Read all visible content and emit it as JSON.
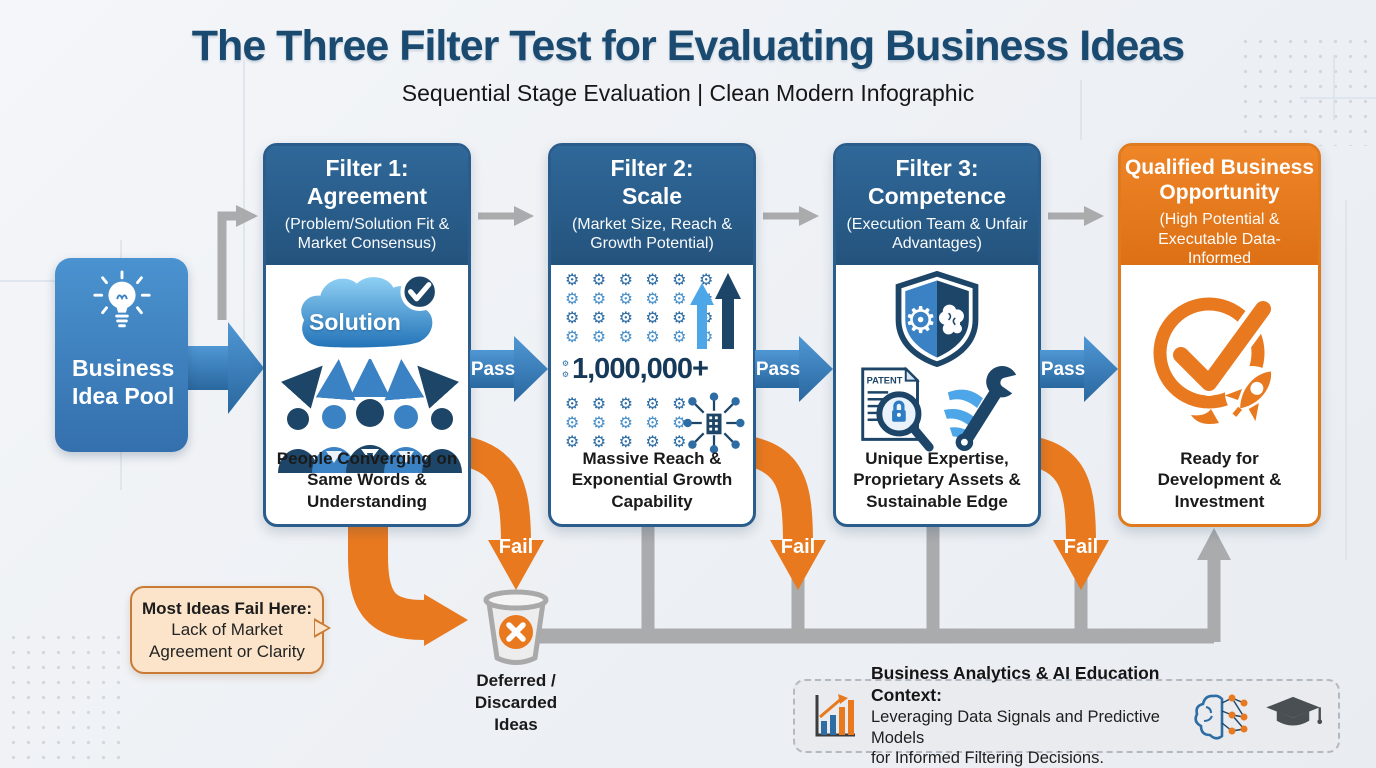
{
  "page": {
    "title": "The Three Filter Test for Evaluating Business Ideas",
    "subtitle": "Sequential Stage Evaluation | Clean Modern Infographic"
  },
  "source": {
    "label": "Business Idea Pool"
  },
  "labels": {
    "pass": "Pass",
    "fail": "Fail"
  },
  "filters": [
    {
      "title1": "Filter 1:",
      "title2": "Agreement",
      "subtitle": "(Problem/Solution Fit & Market Consensus)",
      "cloud_label": "Solution",
      "caption": "People Converging on Same Words & Understanding"
    },
    {
      "title1": "Filter 2:",
      "title2": "Scale",
      "subtitle": "(Market Size, Reach & Growth Potential)",
      "metric": "1,000,000+",
      "caption": "Massive Reach & Exponential Growth Capability"
    },
    {
      "title1": "Filter 3:",
      "title2": "Competence",
      "subtitle": "(Execution Team & Unfair Advantages)",
      "patent_label": "PATENT",
      "caption": "Unique Expertise, Proprietary Assets & Sustainable Edge"
    }
  ],
  "outcome": {
    "title": "Qualified Business Opportunity",
    "subtitle": "(High Potential & Executable Data-Informed",
    "caption": "Ready for Development & Investment"
  },
  "discard": {
    "label": "Deferred / Discarded Ideas"
  },
  "callout": {
    "title": "Most Ideas Fail Here:",
    "body": "Lack of Market Agreement or Clarity"
  },
  "context": {
    "title": "Business Analytics & AI Education Context:",
    "line1": "Leveraging Data Signals and Predictive Models",
    "line2": "for Informed Filtering Decisions."
  },
  "colors": {
    "title_navy": "#1b4a70",
    "header_blue": "#2b5d8c",
    "blue": "#3a82c4",
    "light_blue": "#4da6e8",
    "orange": "#e8791f",
    "peach": "#fbe4ca",
    "gray_connector": "#a9abad"
  }
}
